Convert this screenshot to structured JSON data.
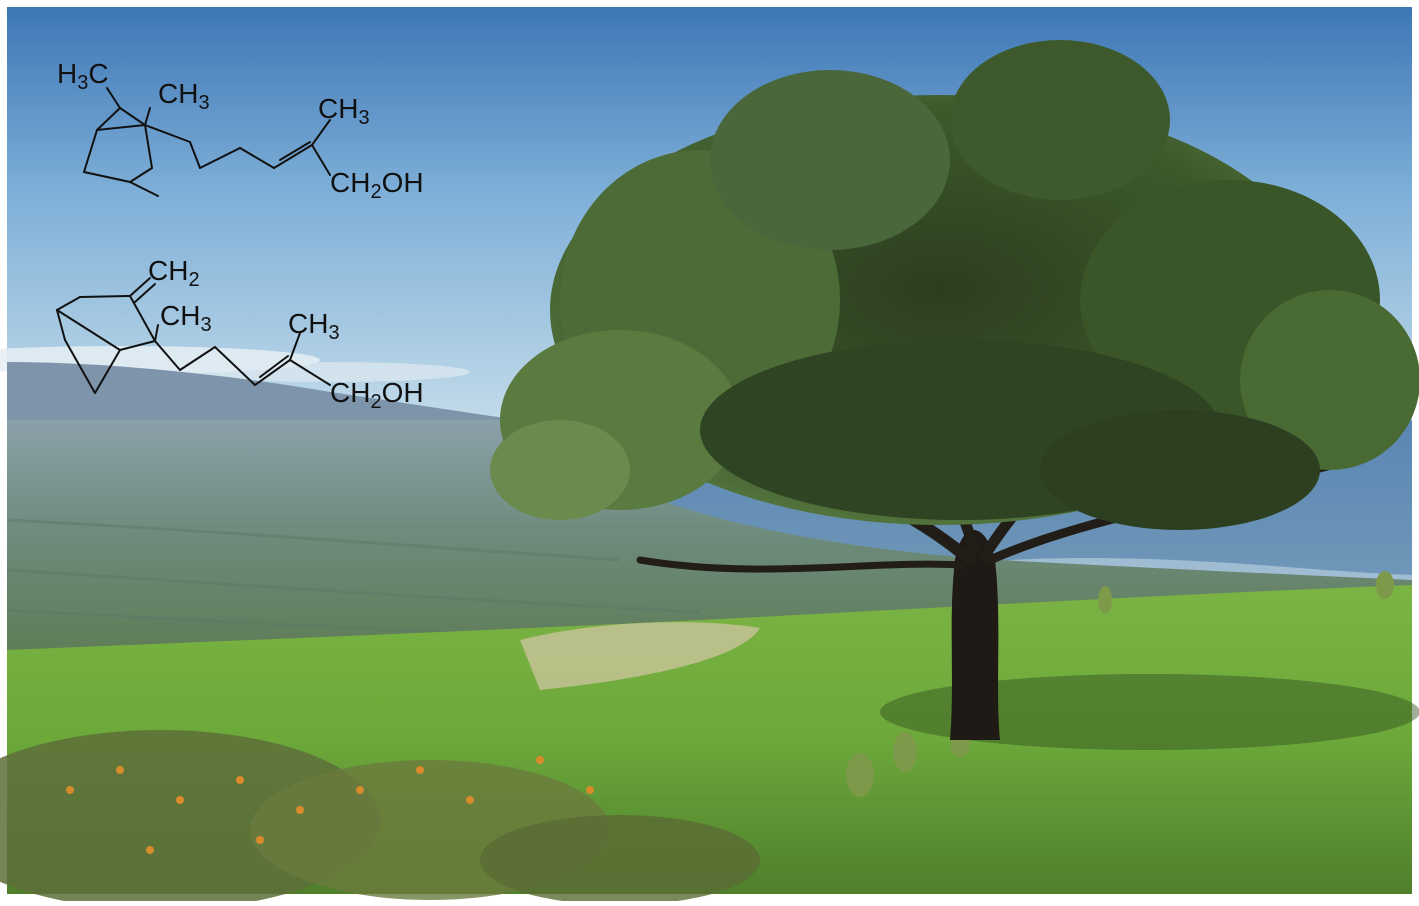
{
  "structure_1": {
    "label_h3c": "H3C",
    "label_ch3_a": "CH3",
    "label_ch3_b": "CH3",
    "label_ch2oh": "CH2OH"
  },
  "structure_2": {
    "label_ch2": "CH2",
    "label_ch3_a": "CH3",
    "label_ch3_b": "CH3",
    "label_ch2oh": "CH2OH"
  },
  "colors": {
    "sky_top": "#3f78b8",
    "sky_bottom": "#b9d6e8",
    "distant_land": "#6f8aa0",
    "ocean": "#4f7fae",
    "grass": "#6fae3a",
    "tree_foliage": "#3c5a2a",
    "trunk": "#1e1a16",
    "border": "#ffffff"
  }
}
